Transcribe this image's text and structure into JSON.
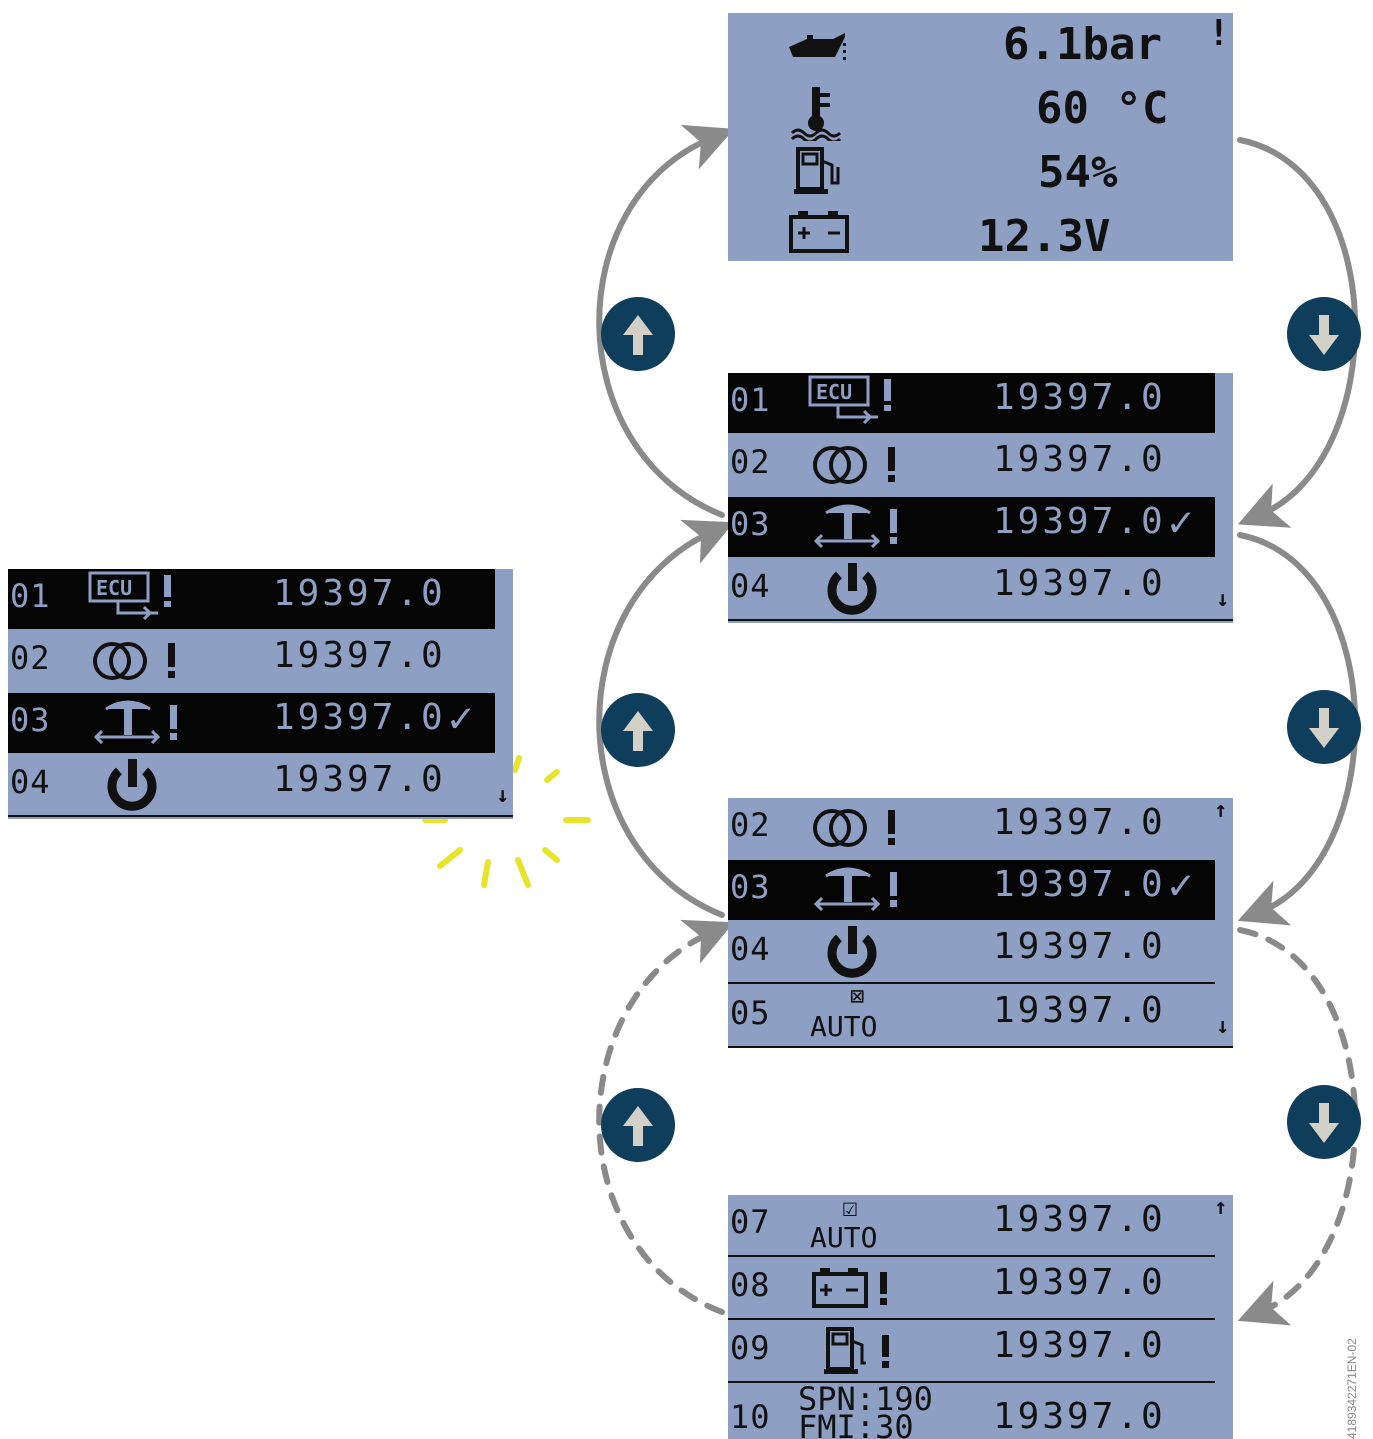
{
  "colors": {
    "lcd_bg": "#8e9fc4",
    "selected_bg": "#050505",
    "arrow": "#8a8a8a",
    "button": "#0f3d5c",
    "sparkle": "#e8e42a"
  },
  "status_screen": {
    "oil_pressure": "6.1bar",
    "coolant_temp": "60 °C",
    "fuel_level": "54%",
    "battery_voltage": "12.3V",
    "icons": [
      "oil-can-icon",
      "coolant-temp-icon",
      "fuel-pump-icon",
      "battery-icon"
    ]
  },
  "left_screen": {
    "rows": [
      {
        "num": "01",
        "icon": "ecu-icon",
        "value": "19397.0"
      },
      {
        "num": "02",
        "icon": "rings-icon",
        "value": "19397.0"
      },
      {
        "num": "03",
        "icon": "tap-icon",
        "value": "19397.0",
        "check": "✓"
      },
      {
        "num": "04",
        "icon": "power-icon",
        "value": "19397.0"
      }
    ],
    "scroll_down": "↓"
  },
  "screen_a": {
    "rows": [
      {
        "num": "01",
        "value": "19397.0"
      },
      {
        "num": "02",
        "value": "19397.0"
      },
      {
        "num": "03",
        "value": "19397.0",
        "check": "✓"
      },
      {
        "num": "04",
        "value": "19397.0"
      }
    ],
    "scroll_down": "↓"
  },
  "screen_b": {
    "rows": [
      {
        "num": "02",
        "value": "19397.0"
      },
      {
        "num": "03",
        "value": "19397.0",
        "check": "✓"
      },
      {
        "num": "04",
        "value": "19397.0"
      },
      {
        "num": "05",
        "value": "19397.0",
        "label": "AUTO",
        "mark": "⊠"
      }
    ],
    "scroll_up": "↑",
    "scroll_down": "↓"
  },
  "screen_c": {
    "rows": [
      {
        "num": "07",
        "value": "19397.0",
        "label": "AUTO",
        "mark": "☑"
      },
      {
        "num": "08",
        "value": "19397.0"
      },
      {
        "num": "09",
        "value": "19397.0"
      },
      {
        "num": "10",
        "value": "19397.0",
        "spn": "SPN:190",
        "fmi": "FMI:30"
      }
    ],
    "scroll_up": "↑"
  },
  "buttons": {
    "up_icon": "arrow-up-icon",
    "down_icon": "arrow-down-icon"
  },
  "figure_code": "4189342271EN-02"
}
